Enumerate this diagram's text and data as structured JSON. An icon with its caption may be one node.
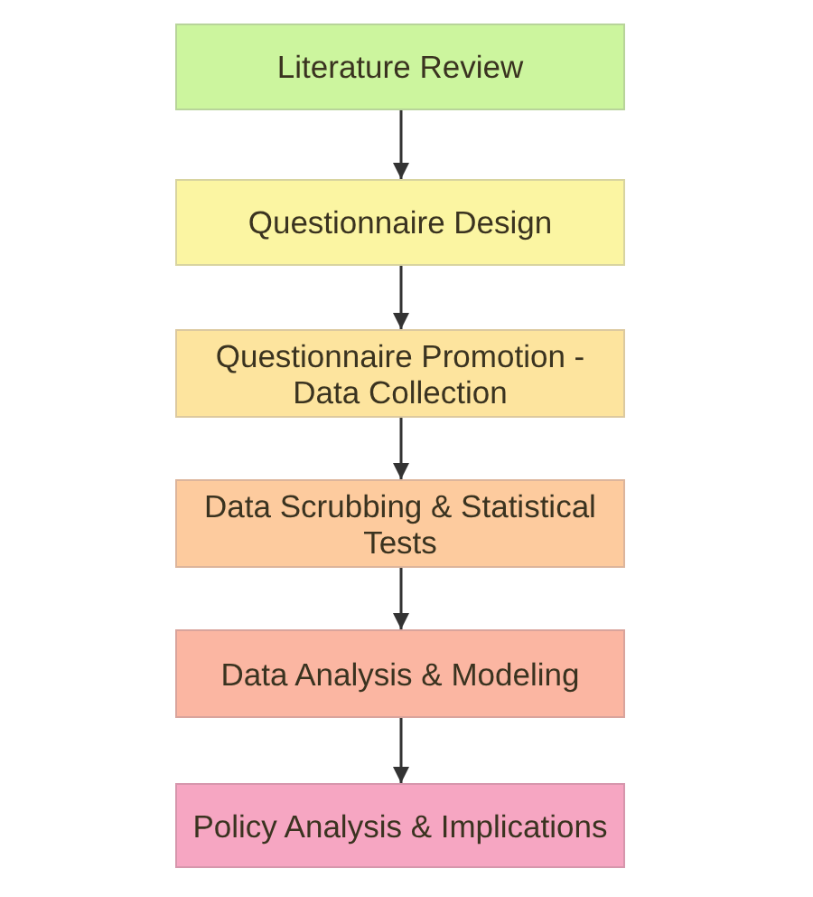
{
  "diagram": {
    "nodes": [
      {
        "text": [
          "Literature Review"
        ]
      },
      {
        "text": [
          "Questionnaire Design"
        ]
      },
      {
        "text": [
          "Questionnaire Promotion - Data Collection"
        ]
      },
      {
        "text": [
          "Data Scrubbing & Statistical Tests"
        ]
      },
      {
        "text": [
          "Data Analysis & Modeling"
        ]
      },
      {
        "text": [
          "Policy Analysis & Implications"
        ]
      }
    ],
    "edges": [
      {
        "from": 0,
        "to": 1,
        "arrow": "to"
      },
      {
        "from": 1,
        "to": 2,
        "arrow": "to"
      },
      {
        "from": 2,
        "to": 3,
        "arrow": "to"
      },
      {
        "from": 3,
        "to": 4,
        "arrow": "to"
      },
      {
        "from": 4,
        "to": 5,
        "arrow": "to"
      }
    ]
  }
}
